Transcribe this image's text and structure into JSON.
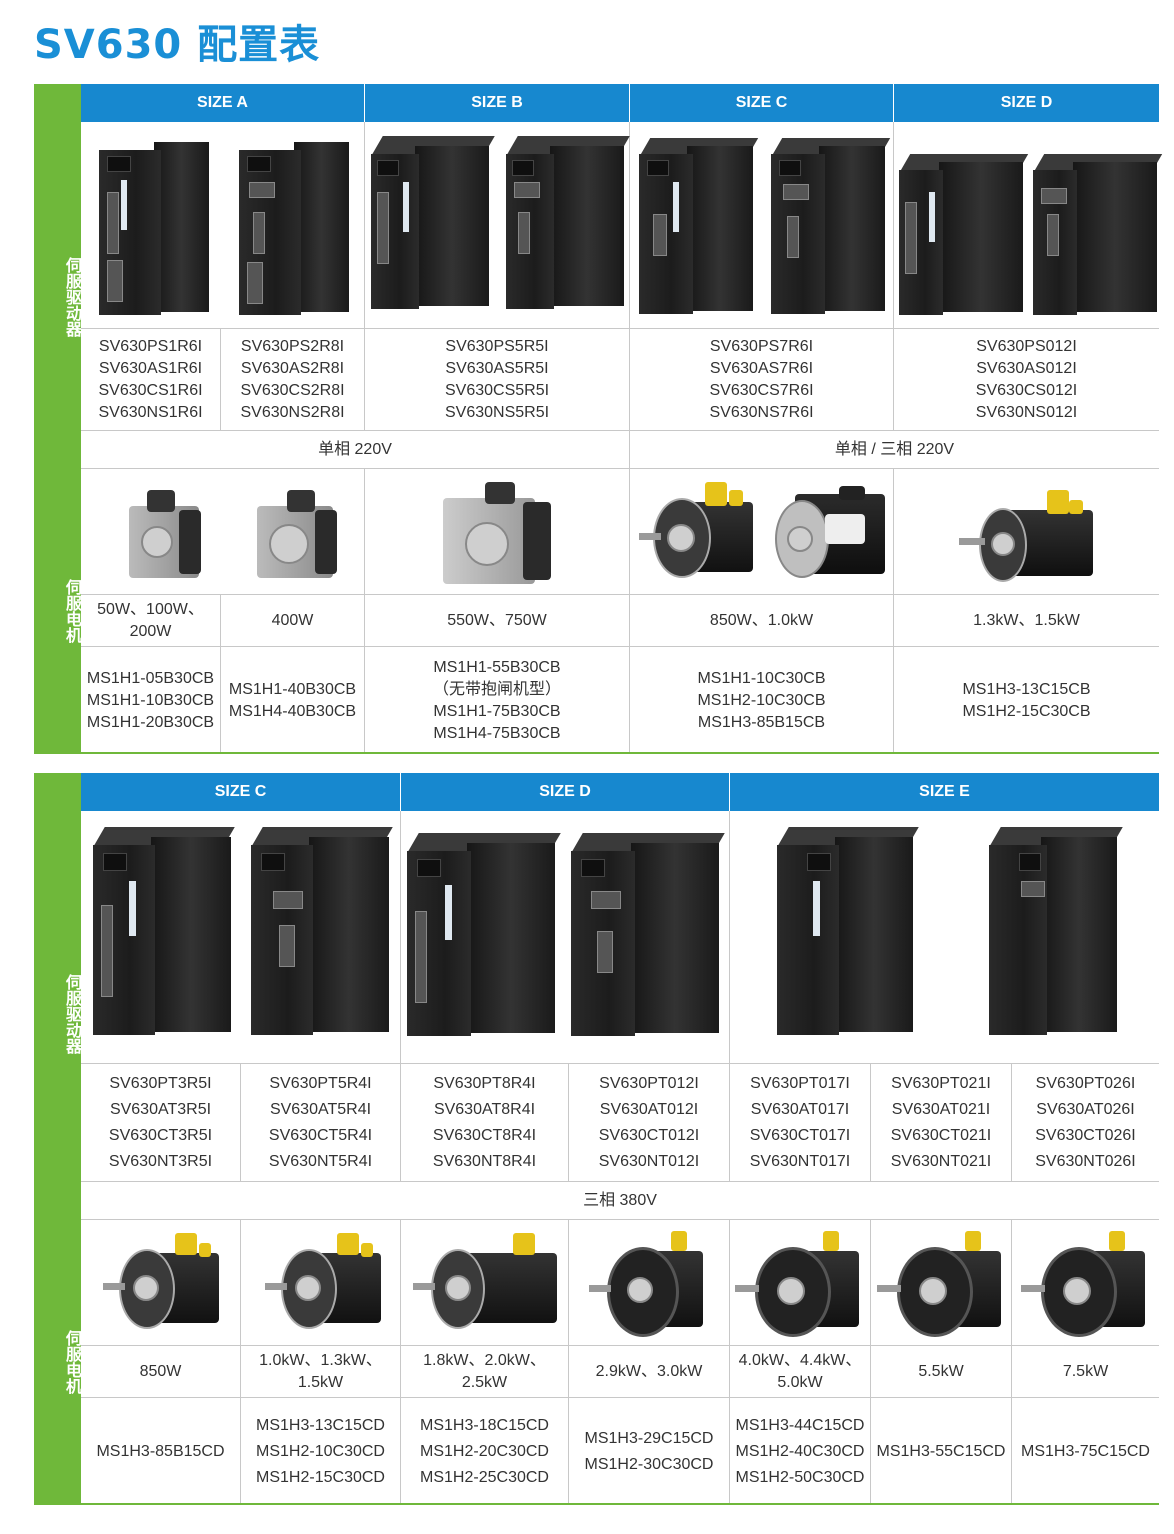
{
  "title": "SV630 配置表",
  "row_labels": {
    "driver": "伺服驱动器",
    "motor": "伺服电机"
  },
  "table1": {
    "sizes": [
      "SIZE A",
      "SIZE B",
      "SIZE C",
      "SIZE D"
    ],
    "driver_models": [
      "SV630PS1R6I\nSV630AS1R6I\nSV630CS1R6I\nSV630NS1R6I",
      "SV630PS2R8I\nSV630AS2R8I\nSV630CS2R8I\nSV630NS2R8I",
      "SV630PS5R5I\nSV630AS5R5I\nSV630CS5R5I\nSV630NS5R5I",
      "SV630PS7R6I\nSV630AS7R6I\nSV630CS7R6I\nSV630NS7R6I",
      "SV630PS012I\nSV630AS012I\nSV630CS012I\nSV630NS012I"
    ],
    "voltage": [
      "单相 220V",
      "单相 / 三相 220V"
    ],
    "power": [
      "50W、100W、\n200W",
      "400W",
      "550W、750W",
      "850W、1.0kW",
      "1.3kW、1.5kW"
    ],
    "motor_models": [
      "MS1H1-05B30CB\nMS1H1-10B30CB\nMS1H1-20B30CB",
      "MS1H1-40B30CB\nMS1H4-40B30CB",
      "MS1H1-55B30CB\n（无带抱闸机型）\nMS1H1-75B30CB\nMS1H4-75B30CB",
      "MS1H1-10C30CB\nMS1H2-10C30CB\nMS1H3-85B15CB",
      "MS1H3-13C15CB\nMS1H2-15C30CB"
    ]
  },
  "table2": {
    "sizes": [
      "SIZE C",
      "SIZE D",
      "SIZE E"
    ],
    "driver_models": [
      "SV630PT3R5I\nSV630AT3R5I\nSV630CT3R5I\nSV630NT3R5I",
      "SV630PT5R4I\nSV630AT5R4I\nSV630CT5R4I\nSV630NT5R4I",
      "SV630PT8R4I\nSV630AT8R4I\nSV630CT8R4I\nSV630NT8R4I",
      "SV630PT012I\nSV630AT012I\nSV630CT012I\nSV630NT012I",
      "SV630PT017I\nSV630AT017I\nSV630CT017I\nSV630NT017I",
      "SV630PT021I\nSV630AT021I\nSV630CT021I\nSV630NT021I",
      "SV630PT026I\nSV630AT026I\nSV630CT026I\nSV630NT026I"
    ],
    "voltage": "三相 380V",
    "power": [
      "850W",
      "1.0kW、1.3kW、\n1.5kW",
      "1.8kW、2.0kW、\n2.5kW",
      "2.9kW、3.0kW",
      "4.0kW、4.4kW、\n5.0kW",
      "5.5kW",
      "7.5kW"
    ],
    "motor_models": [
      "MS1H3-85B15CD",
      "MS1H3-13C15CD\nMS1H2-10C30CD\nMS1H2-15C30CD",
      "MS1H3-18C15CD\nMS1H2-20C30CD\nMS1H2-25C30CD",
      "MS1H3-29C15CD\nMS1H2-30C30CD",
      "MS1H3-44C15CD\nMS1H2-40C30CD\nMS1H2-50C30CD",
      "MS1H3-55C15CD",
      "MS1H3-75C15CD"
    ]
  },
  "colors": {
    "title": "#1a8fd6",
    "header": "#1788cf",
    "side": "#6fb83a"
  }
}
